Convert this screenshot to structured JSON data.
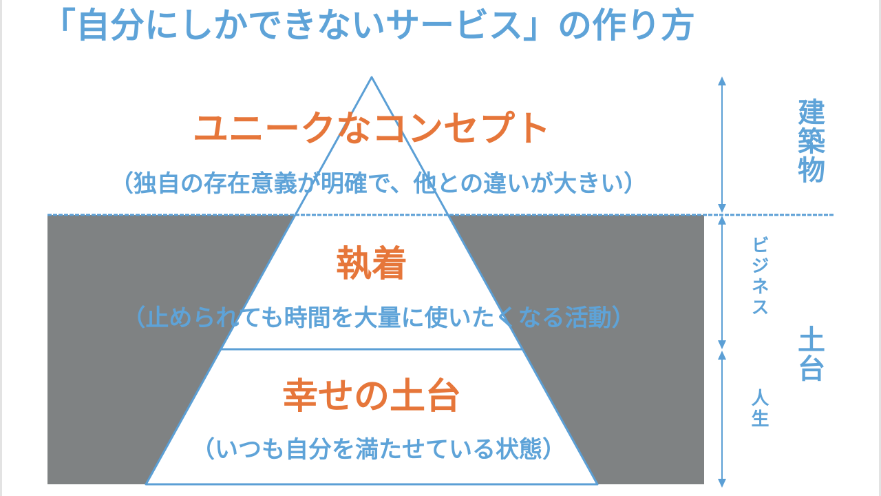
{
  "title": "「自分にしかできないサービス」の作り方",
  "pyramid": {
    "tiers": [
      {
        "title": "ユニークなコンセプト",
        "subtitle": "（独自の存在意義が明確で、他との違いが大きい）"
      },
      {
        "title": "執着",
        "subtitle": "（止められても時間を大量に使いたくなる活動）"
      },
      {
        "title": "幸せの土台",
        "subtitle": "（いつも自分を満たせている状態）"
      }
    ]
  },
  "side_labels": {
    "top_section": "建築物",
    "foundation": "土台",
    "middle_range": "ビジネス",
    "bottom_range": "人生"
  },
  "colors": {
    "accent_blue": "#5ea3d8",
    "accent_orange": "#e6763a",
    "underground_gray": "#7f8283",
    "line_blue": "#5b9fd5"
  }
}
